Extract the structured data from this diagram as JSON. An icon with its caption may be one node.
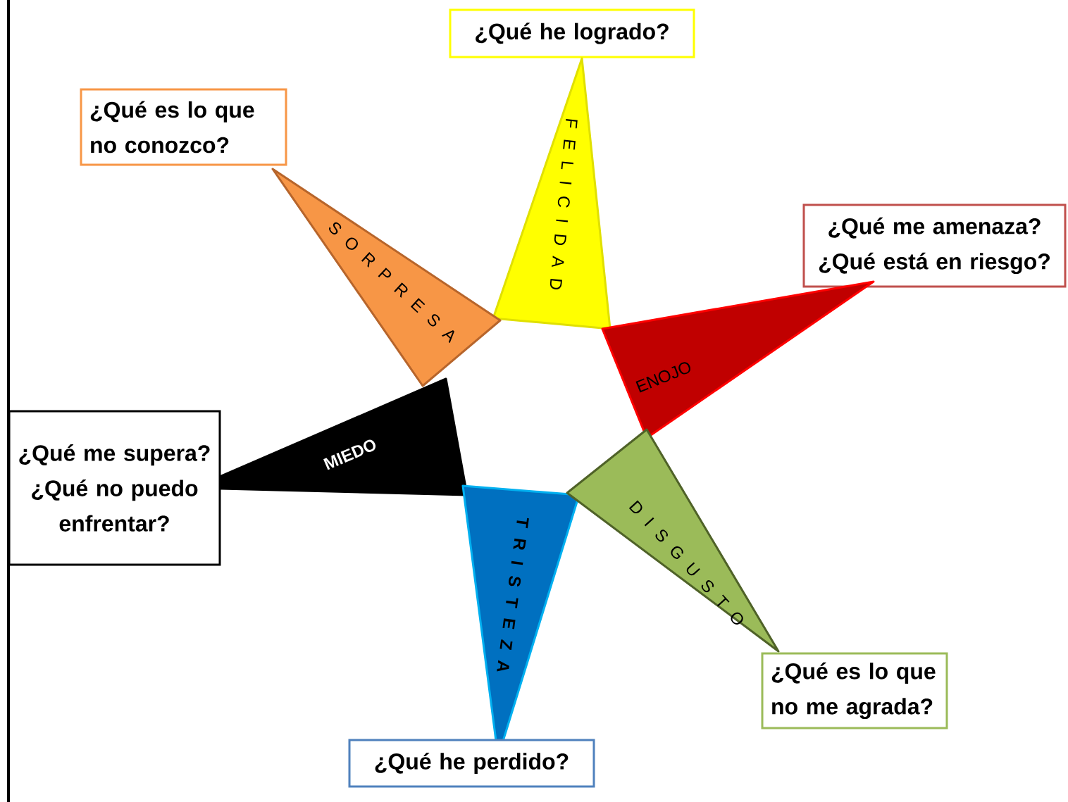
{
  "diagram": {
    "nodes": [
      {
        "text": [
          "¿Qué he logrado?"
        ]
      },
      {
        "text": [
          "¿Qué es lo que no conozco?"
        ]
      },
      {
        "text": [
          "F E L I C I D A D"
        ]
      },
      {
        "text": [
          "S O R P R E S A"
        ]
      },
      {
        "text": [
          "¿Qué me amenaza? ¿Qué está en riesgo?"
        ]
      },
      {
        "text": [
          "ENOJO"
        ]
      },
      {
        "text": [
          "MIEDO"
        ]
      },
      {
        "text": [
          "¿Qué me supera? ¿Qué no puedo enfrentar?"
        ]
      },
      {
        "text": [
          "T R I S T E Z A"
        ]
      },
      {
        "text": [
          "D I S G U S T O"
        ]
      },
      {
        "text": [
          "¿Qué es lo que no me agrada?"
        ]
      },
      {
        "text": [
          "¿Qué he perdido?"
        ]
      }
    ]
  }
}
